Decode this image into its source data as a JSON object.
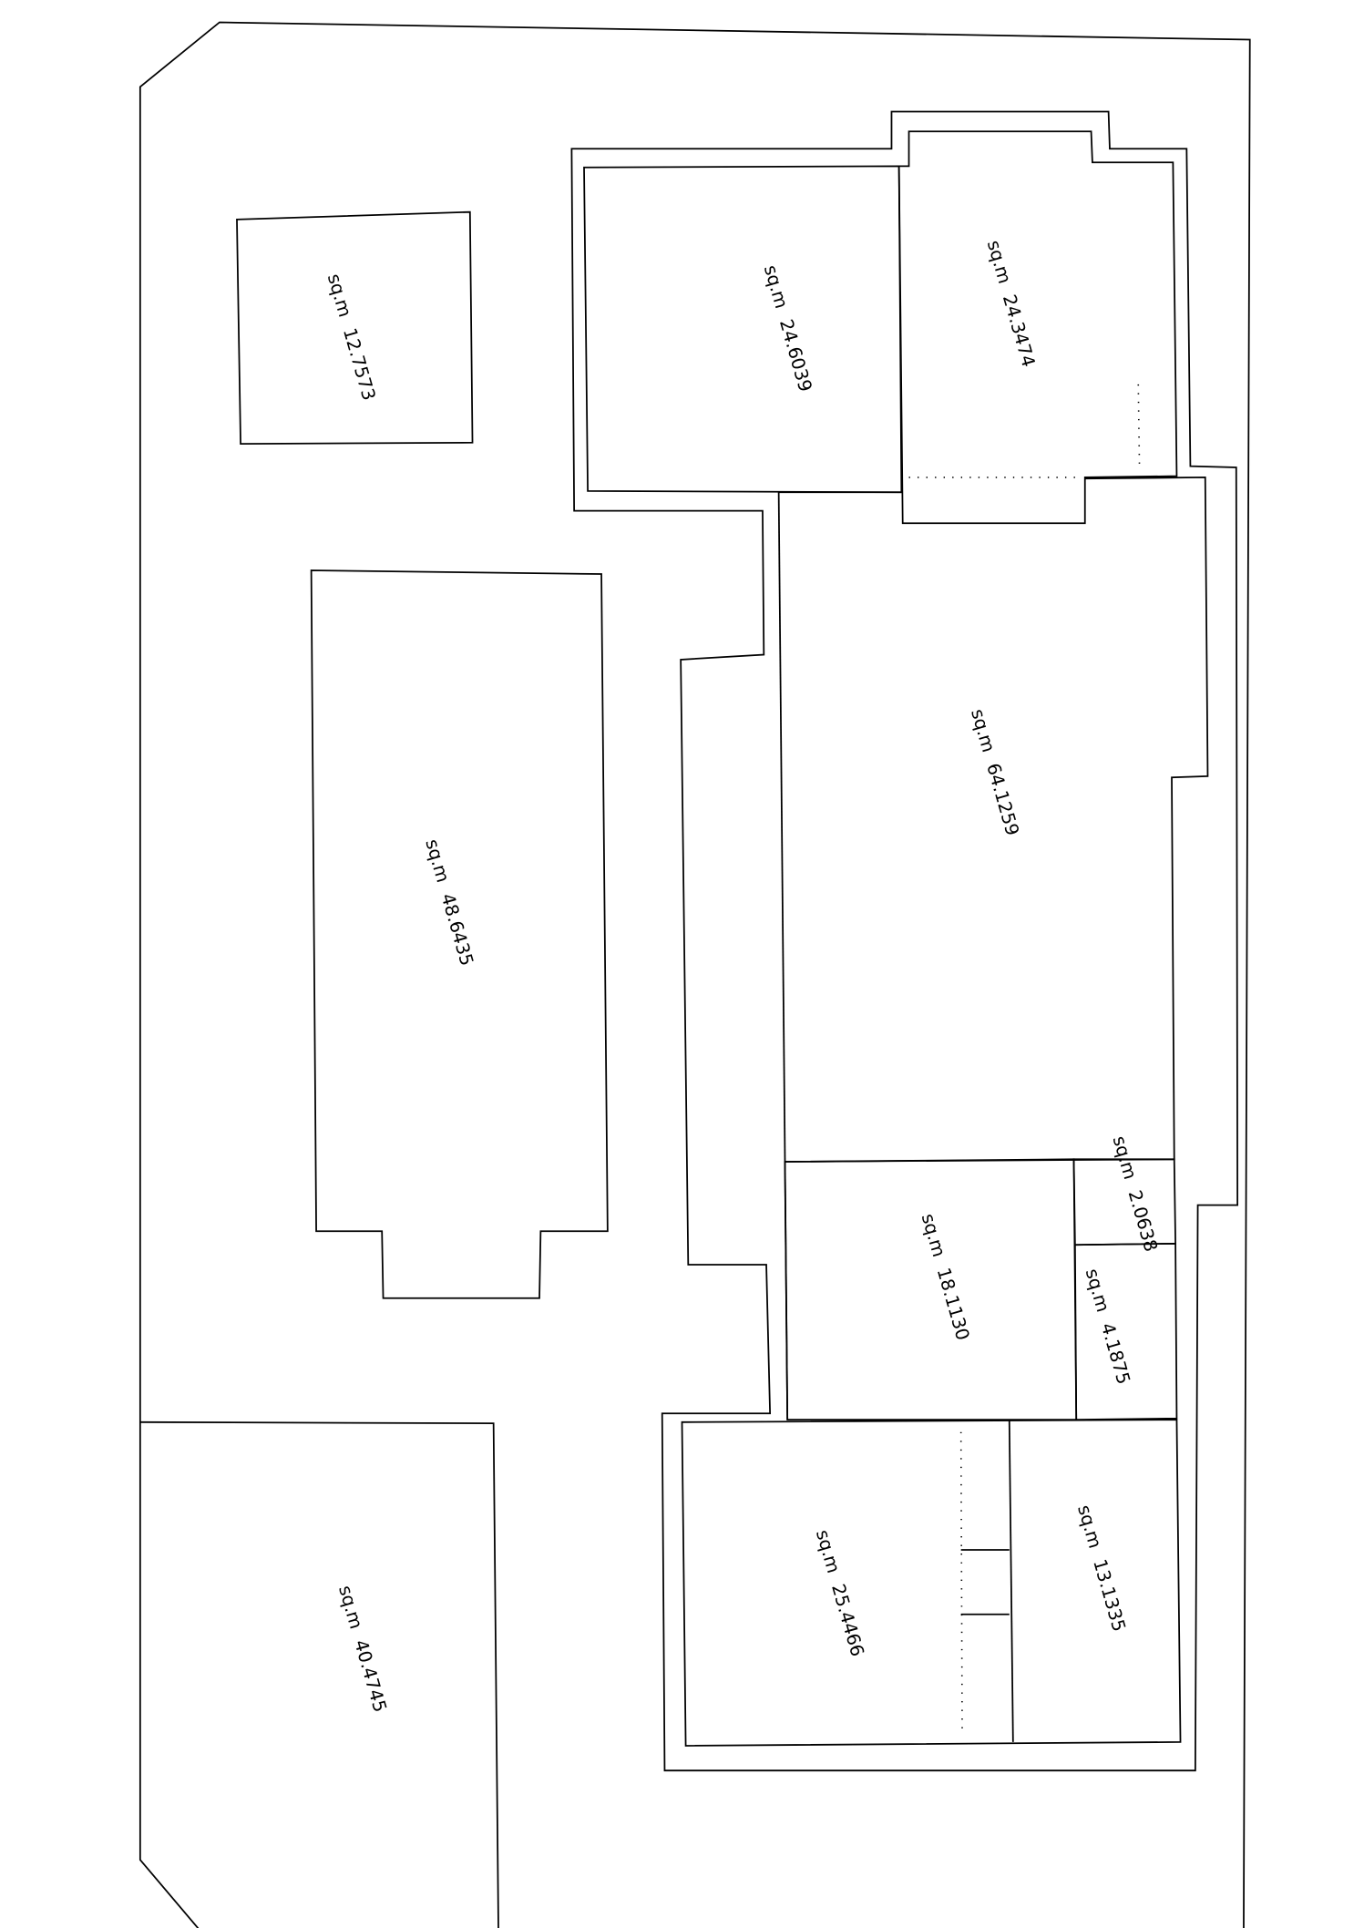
{
  "rooms": [
    {
      "unit": "sq.m",
      "area": "12.7573"
    },
    {
      "unit": "sq.m",
      "area": "24.6039"
    },
    {
      "unit": "sq.m",
      "area": "24.3474"
    },
    {
      "unit": "sq.m",
      "area": "64.1259"
    },
    {
      "unit": "sq.m",
      "area": "48.6435"
    },
    {
      "unit": "sq.m",
      "area": "2.0638"
    },
    {
      "unit": "sq.m",
      "area": "18.1130"
    },
    {
      "unit": "sq.m",
      "area": "4.1875"
    },
    {
      "unit": "sq.m",
      "area": "13.1335"
    },
    {
      "unit": "sq.m",
      "area": "25.4466"
    },
    {
      "unit": "sq.m",
      "area": "40.4745"
    }
  ]
}
